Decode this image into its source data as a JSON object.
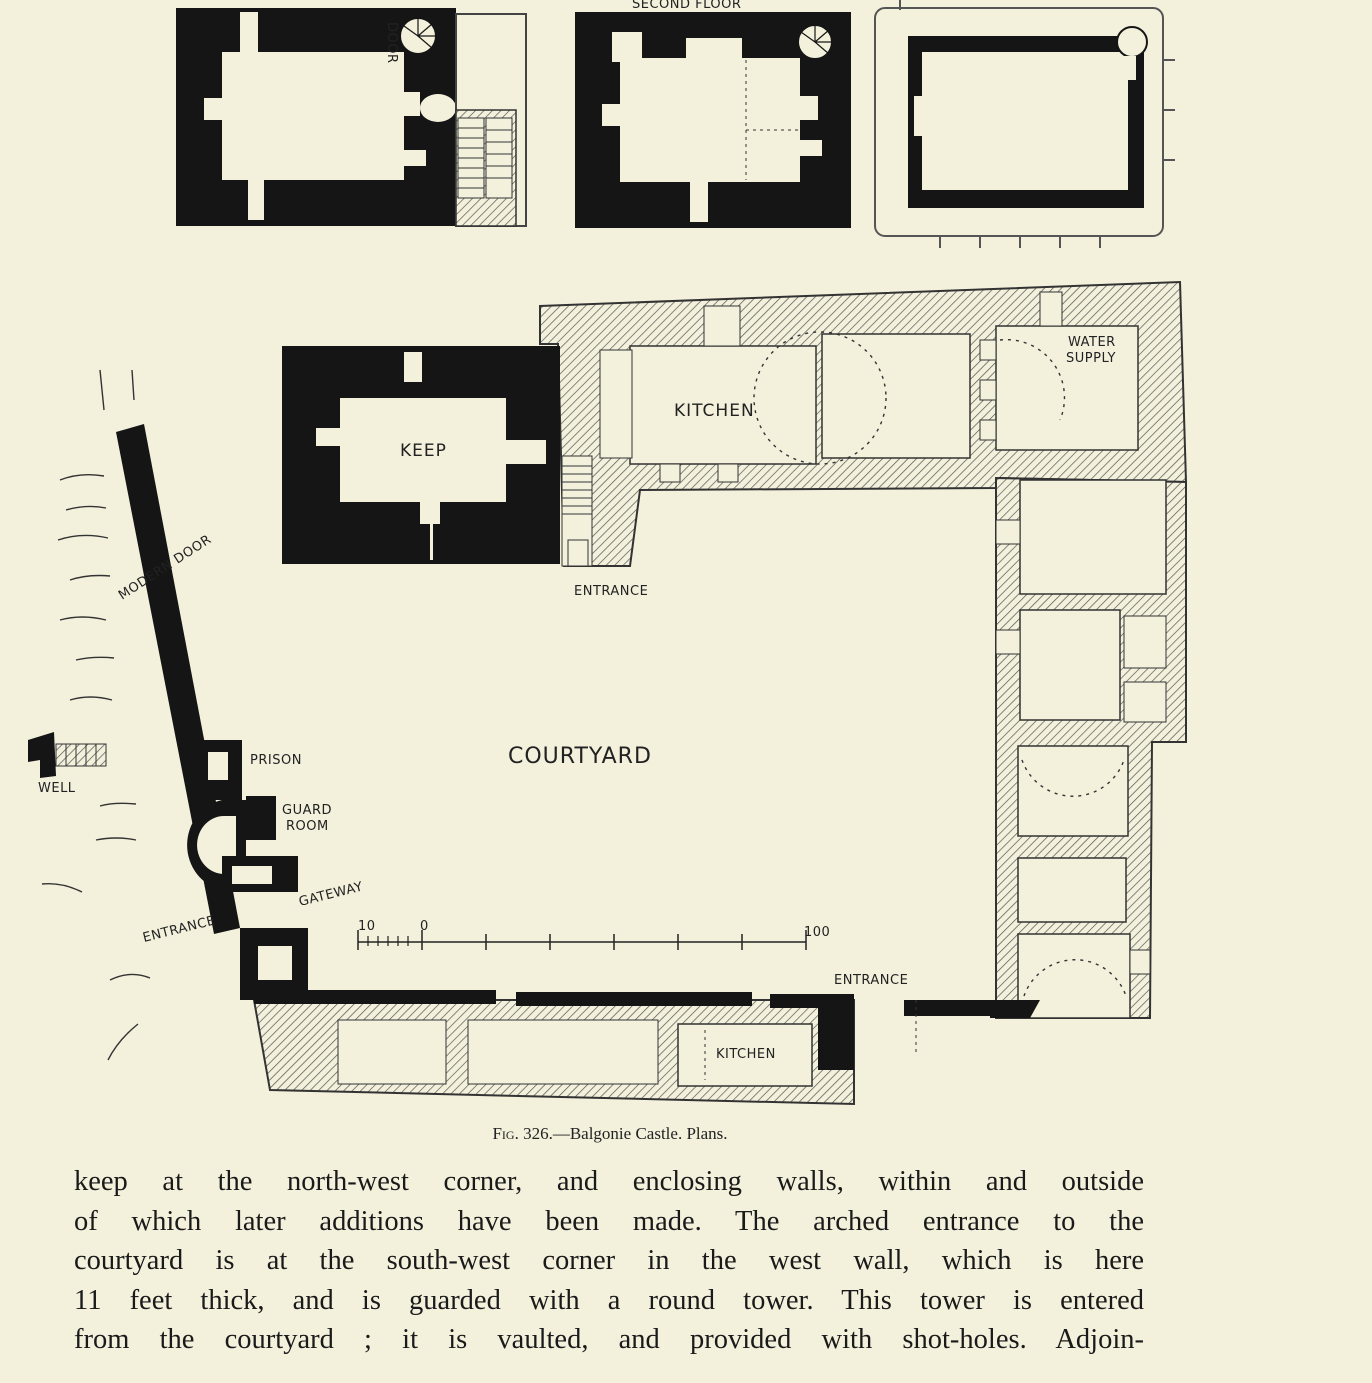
{
  "plan_labels": {
    "second_floor": "SECOND FLOOR",
    "door": "DOOR",
    "keep": "KEEP",
    "kitchen_north": "KITCHEN",
    "water_supply_1": "WATER",
    "water_supply_2": "SUPPLY",
    "entrance_keep": "ENTRANCE",
    "modern_door": "MODERN DOOR",
    "prison": "PRISON",
    "guard_room_1": "GUARD",
    "guard_room_2": "ROOM",
    "well": "WELL",
    "gateway": "GATEWAY",
    "entrance_west": "ENTRANCE",
    "courtyard": "COURTYARD",
    "entrance_south": "ENTRANCE",
    "kitchen_south": "KITCHEN",
    "scale_start": "10",
    "scale_zero": "0",
    "scale_end": "100"
  },
  "caption": {
    "fig": "Fig. 326.",
    "text": "—Balgonie Castle.  Plans."
  },
  "body_lines": [
    "keep at the north-west corner, and enclosing walls, within and outside",
    "of which later additions have been made.  The arched entrance to the",
    "courtyard is at the south-west corner in the west wall, which is here",
    "11 feet thick, and is guarded with a round tower.  This tower is entered",
    "from the courtyard ; it is vaulted, and provided with shot-holes.  Adjoin-"
  ]
}
